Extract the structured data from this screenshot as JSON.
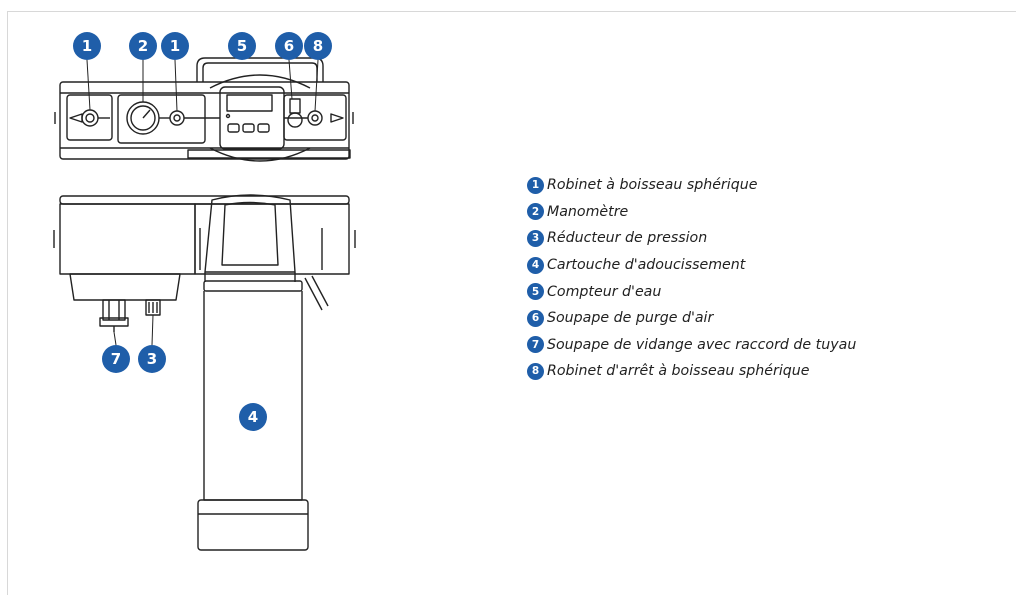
{
  "accent_color": "#1f5ea9",
  "callouts": {
    "c1": "1",
    "c2": "2",
    "c3": "3",
    "c4": "4",
    "c5": "5",
    "c6": "6",
    "c7": "7",
    "c8": "8"
  },
  "legend": [
    {
      "num": "1",
      "label": "Robinet à boisseau sphérique"
    },
    {
      "num": "2",
      "label": "Manomètre"
    },
    {
      "num": "3",
      "label": "Réducteur de pression"
    },
    {
      "num": "4",
      "label": "Cartouche d'adoucissement"
    },
    {
      "num": "5",
      "label": "Compteur d'eau"
    },
    {
      "num": "6",
      "label": "Soupape de purge d'air"
    },
    {
      "num": "7",
      "label": "Soupape de vidange avec raccord de tuyau"
    },
    {
      "num": "8",
      "label": "Robinet d'arrêt à boisseau sphérique"
    }
  ]
}
